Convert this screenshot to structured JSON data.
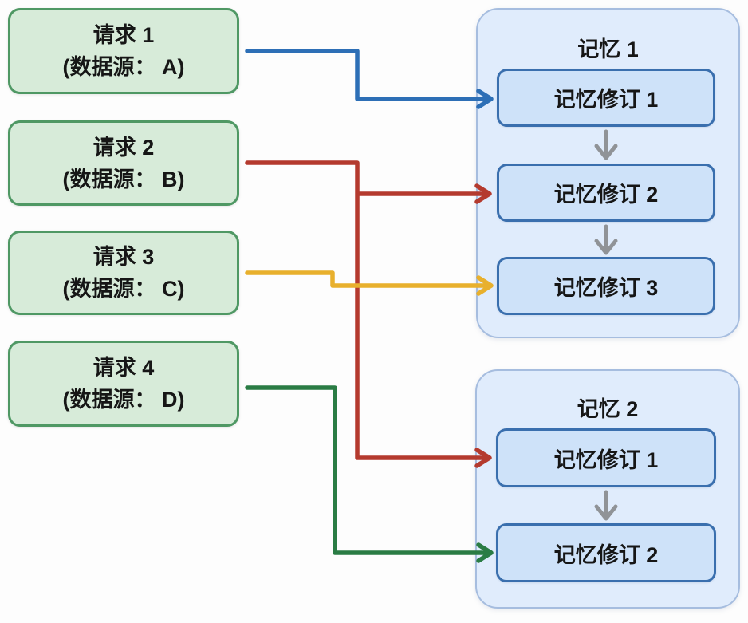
{
  "background": "#fdfdfd",
  "requests": [
    {
      "title": "请求 1",
      "subtitle": "(数据源： A)"
    },
    {
      "title": "请求 2",
      "subtitle": "(数据源： B)"
    },
    {
      "title": "请求 3",
      "subtitle": "(数据源： C)"
    },
    {
      "title": "请求 4",
      "subtitle": "(数据源： D)"
    }
  ],
  "memories": [
    {
      "title": "记忆 1",
      "revisions": [
        {
          "label": "记忆修订 1"
        },
        {
          "label": "记忆修订 2"
        },
        {
          "label": "记忆修订 3"
        }
      ]
    },
    {
      "title": "记忆 2",
      "revisions": [
        {
          "label": "记忆修订 1"
        },
        {
          "label": "记忆修订 2"
        }
      ]
    }
  ],
  "edges": [
    {
      "name": "request-1-to-memory-1-revision-1",
      "color": "#2d6fb6"
    },
    {
      "name": "request-2-to-memory-1-revision-2-and-memory-2-revision-1",
      "color": "#b43a2e"
    },
    {
      "name": "request-3-to-memory-1-revision-3",
      "color": "#e8b02d"
    },
    {
      "name": "request-4-to-memory-2-revision-2",
      "color": "#2a7c44"
    }
  ],
  "colors": {
    "request_fill": "#d7ebd9",
    "request_border": "#4f9864",
    "memory_fill": "#e0ecfc",
    "memory_border": "#a6bddf",
    "revision_fill": "#cee2f9",
    "revision_border": "#3a6fae",
    "sequence_arrow": "#909397",
    "text": "#161616"
  }
}
